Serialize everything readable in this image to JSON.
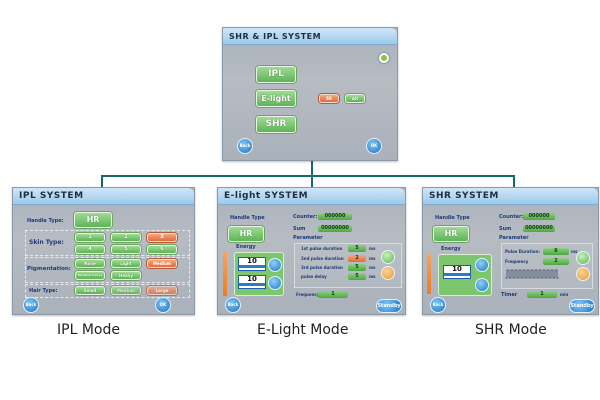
{
  "main_screen": {
    "title": "SHR & IPL SYSTEM",
    "buttons": [
      "IPL",
      "E-light",
      "SHR"
    ],
    "elight_options": [
      "SR",
      "AR"
    ],
    "back_label": "Back",
    "ok_label": "OK",
    "settings_icon": "gear-icon"
  },
  "ipl": {
    "title": "IPL SYSTEM",
    "handle_type_label": "Handle Type:",
    "handle_type_value": "HR",
    "skin_type_label": "Skin Type:",
    "skin_types": [
      "1",
      "2",
      "3",
      "4",
      "5",
      "6"
    ],
    "skin_type_selected": "3",
    "pigmentation_label": "Pigmentation:",
    "pigmentation_options": [
      "None",
      "Light",
      "Medium",
      "Medium heavy",
      "Heavy"
    ],
    "pigmentation_selected": "Medium",
    "hair_type_label": "Hair Type:",
    "hair_types": [
      "Small",
      "Medium",
      "Large"
    ],
    "hair_type_selected": "Large",
    "back_label": "Back",
    "ok_label": "OK",
    "caption": "IPL Mode"
  },
  "elight": {
    "title": "E-light SYSTEM",
    "handle_type_label": "Handle Type",
    "handle_type_value": "HR",
    "counter_label": "Counter:",
    "counter_value": "000000",
    "sum_label": "Sum",
    "sum_value": "00000000",
    "parameter_label": "Parameter",
    "parameters": [
      {
        "label": "1st pulse duration",
        "value": "5",
        "unit": "ms"
      },
      {
        "label": "2nd pulse duration",
        "value": "2",
        "unit": "ms"
      },
      {
        "label": "3rd pulse duration",
        "value": "5",
        "unit": "ms"
      },
      {
        "label": "pulse delay",
        "value": "5",
        "unit": "ms"
      }
    ],
    "energy_label": "Energy",
    "energy_values": [
      "10",
      "10"
    ],
    "frequency_label": "Frequency",
    "frequency_value": "1",
    "back_label": "Back",
    "standby_label": "Standby",
    "caption": "E-Light Mode"
  },
  "shr": {
    "title": "SHR SYSTEM",
    "handle_type_label": "Handle Type",
    "handle_type_value": "HR",
    "counter_label": "Counter:",
    "counter_value": "000000",
    "sum_label": "Sum",
    "sum_value": "00000000",
    "parameter_label": "Parameter",
    "pulse_duration_label": "Pulse Duration:",
    "pulse_duration_value": "6",
    "pulse_duration_unit": "ms",
    "frequency_label": "Frequency",
    "frequency_value": "2",
    "energy_label": "Energy",
    "energy_value": "10",
    "timer_label": "Timer",
    "timer_value": "1",
    "timer_unit": "min",
    "back_label": "Back",
    "standby_label": "Standby",
    "caption": "SHR Mode"
  }
}
